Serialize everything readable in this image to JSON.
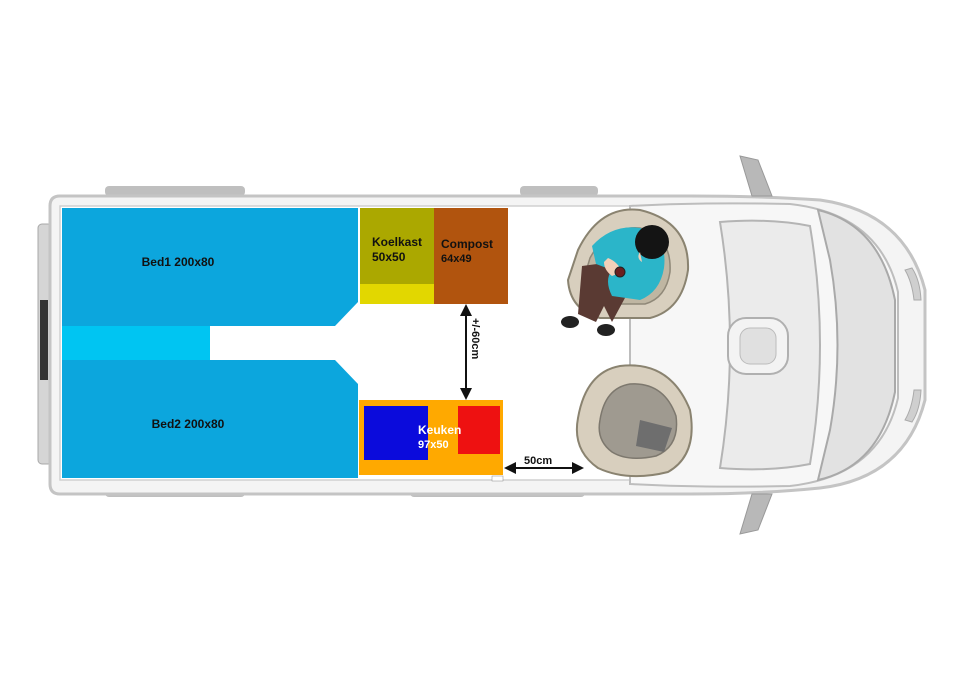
{
  "zones": {
    "bed1": {
      "label": "Bed1 200x80",
      "color": "#0ca6dd"
    },
    "bed2": {
      "label": "Bed2 200x80",
      "color": "#0ca6dd"
    },
    "bed_extension": {
      "color": "#00c5f2"
    },
    "fridge": {
      "line1": "Koelkast",
      "line2": "50x50",
      "color": "#aba800",
      "accent": "#e2d700"
    },
    "compost": {
      "line1": "Compost",
      "line2": "64x49",
      "color": "#b1540e"
    },
    "kitchen": {
      "line1": "Keuken",
      "line2": "97x50",
      "color": "#ffa900",
      "burner_left": "#0b0bdc",
      "burner_right": "#ee1111"
    }
  },
  "dimensions": {
    "aisle_width": "+/-60cm",
    "front_gap": "50cm"
  },
  "colors": {
    "van_outline": "#c9c9c9",
    "van_fill": "#f2f2f2",
    "seat": "#d8cfbe",
    "seat_dark": "#8a8a8a",
    "shirt": "#2bb5c9",
    "pants": "#5a3a33",
    "hair": "#141414",
    "skin": "#f1cfb8"
  }
}
